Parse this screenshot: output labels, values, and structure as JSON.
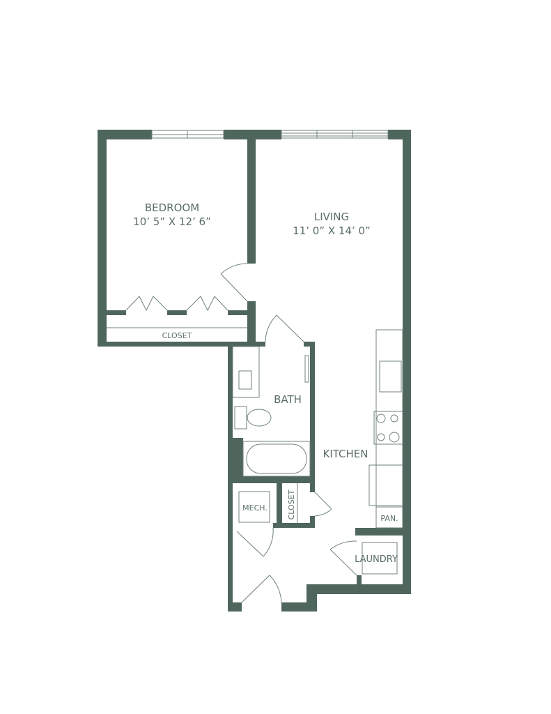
{
  "rooms": {
    "bedroom": {
      "name": "BEDROOM",
      "dims": "10’ 5” X 12’ 6”"
    },
    "living": {
      "name": "LIVING",
      "dims": "11’ 0” X 14’ 0”"
    },
    "bedroom_closet": "CLOSET",
    "bath": "BATH",
    "kitchen": "KITCHEN",
    "mech": "MECH.",
    "hall_closet": "CLOSET",
    "pantry": "PAN.",
    "laundry": "LAUNDRY"
  },
  "colors": {
    "wall": "#4f665c",
    "text": "#5a6e66"
  }
}
